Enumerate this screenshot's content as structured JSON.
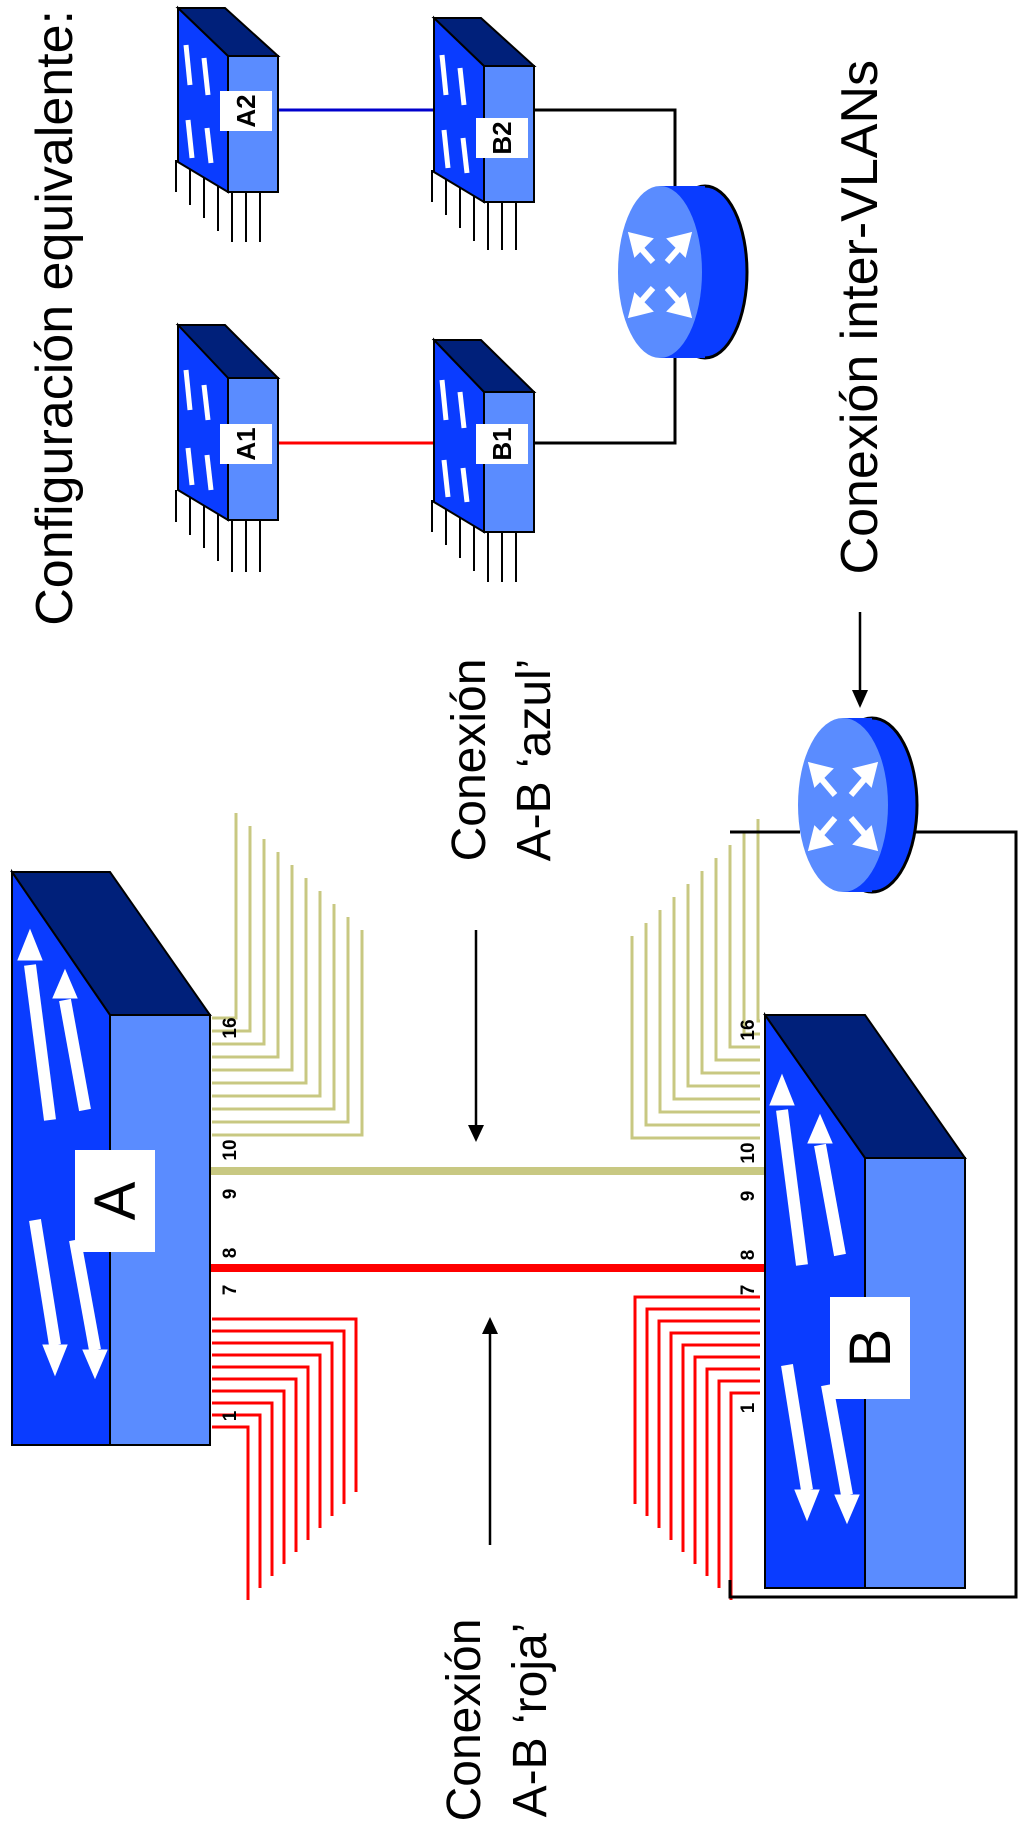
{
  "title": "Configuración equivalente:",
  "labels": {
    "conexion_azul_l1": "Conexión",
    "conexion_azul_l2": "A-B ‘azul’",
    "conexion_roja_l1": "Conexión",
    "conexion_roja_l2": "A-B ‘roja’",
    "inter_vlans": "Conexión inter-VLANs"
  },
  "switches": {
    "A": "A",
    "B": "B",
    "A1": "A1",
    "A2": "A2",
    "B1": "B1",
    "B2": "B2"
  },
  "ports": {
    "p1": "1",
    "p7": "7",
    "p8": "8",
    "p9": "9",
    "p10": "10",
    "p16": "16"
  },
  "colors": {
    "red_vlan": "#ff0000",
    "blue_link": "#0000cc",
    "yellow_vlan": "#c8c882",
    "switch_front": "#5a8cff",
    "switch_top": "#00207a",
    "switch_side": "#0040e0",
    "router_body": "#0a3cff",
    "router_top": "#5a8cff"
  }
}
